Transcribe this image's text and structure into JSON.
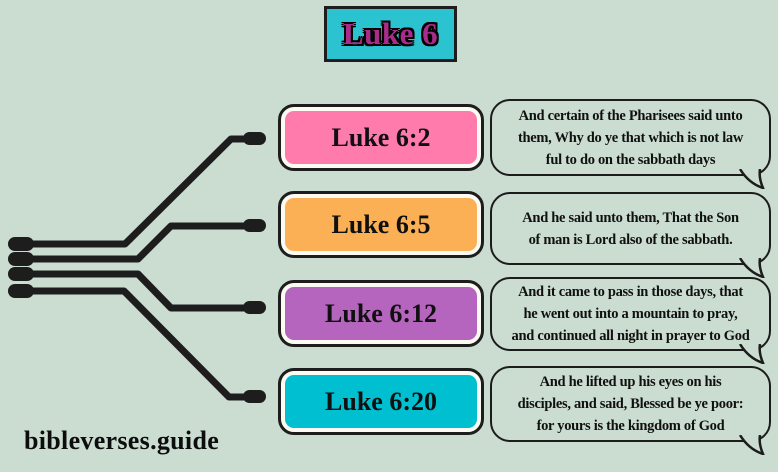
{
  "page": {
    "background_color": "#cbddd1",
    "watermark": "bibleverses.guide",
    "line_color": "#1d1d1d"
  },
  "title": {
    "label": "Luke 6",
    "background_color": "#2cc3d0",
    "text_color": "#a92c8a"
  },
  "verses": [
    {
      "label": "Luke 6:2",
      "color": "#ff7bac"
    },
    {
      "label": "Luke 6:5",
      "color": "#fbb056"
    },
    {
      "label": "Luke 6:12",
      "color": "#b665bf"
    },
    {
      "label": "Luke 6:20",
      "color": "#00bfd0"
    }
  ],
  "bubbles": [
    {
      "text": "And certain of the Pharisees said unto them, Why do ye that which is not law ful to do on the sabbath days",
      "lines": [
        "And certain of the Pharisees said unto",
        "them, Why do ye that which is not law",
        "ful to do on the sabbath days"
      ]
    },
    {
      "text": "And he said unto them, That the Son of man is Lord also of the sabbath.",
      "lines": [
        "And he said unto them, That the Son",
        "of man is Lord also of the sabbath."
      ]
    },
    {
      "text": "And it came to pass in those days, that he went out into a mountain to pray, and continued all night in prayer to God",
      "lines": [
        "And it came to pass in those days, that",
        "he went out into a mountain to pray,",
        "and continued all night in prayer to God"
      ]
    },
    {
      "text": "And he lifted up his eyes on his disciples, and said, Blessed be ye poor: for yours is the kingdom of God",
      "lines": [
        "And he lifted up his eyes on his",
        "disciples, and said, Blessed be ye poor:",
        "for yours is the kingdom of God"
      ]
    }
  ]
}
